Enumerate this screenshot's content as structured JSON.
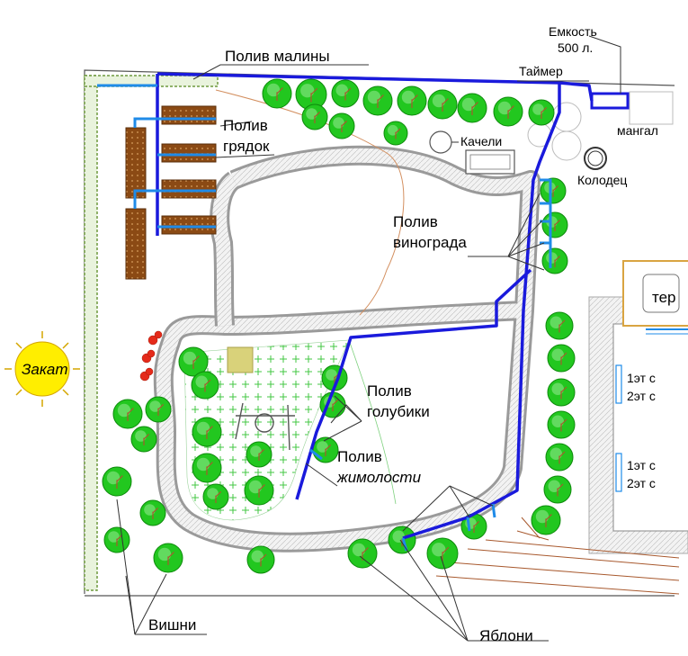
{
  "labels": {
    "raspberry_watering": "Полив  малины",
    "container_line1": "Емкость",
    "container_line2": "500 л.",
    "timer": "Таймер",
    "beds_line1": "Полив",
    "beds_line2": "грядок",
    "swing": "Качели",
    "grill": "мангал",
    "well": "Колодец",
    "grape_line1": "Полив",
    "grape_line2": "винограда",
    "terrace": "тер",
    "sunset": "Закат",
    "blueberry_line1": "Полив",
    "blueberry_line2": "голубики",
    "honeysuckle_line1": "Полив",
    "honeysuckle_line2": "жимолости",
    "house_floor1_a": "1эт  с",
    "house_floor2_a": "2эт  с",
    "house_floor1_b": "1эт  с",
    "house_floor2_b": "2эт  с",
    "cherries": "Вишни",
    "apple_trees": "Яблони"
  },
  "colors": {
    "irrigation_main": "#1a1adc",
    "irrigation_branch": "#1f8be8",
    "path": "#9a9a9a",
    "tree": "#22c71f",
    "bed": "#8b4a14",
    "sun": "#ffee00",
    "lawn_cross": "#43c743",
    "hedge": "#6f9a3e",
    "flower": "#e52a1a"
  },
  "icons": {
    "sun": "sun-icon",
    "tree": "tree-icon",
    "swing": "swing-icon",
    "well": "well-icon"
  }
}
